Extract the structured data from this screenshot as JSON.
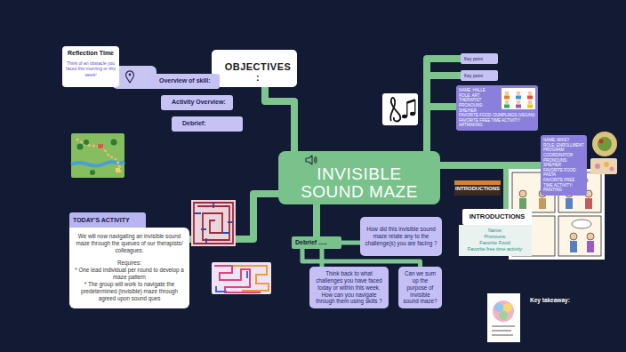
{
  "diagram": {
    "nodes": [
      {
        "text": [
          "Reflection Time",
          "Think of an obstacle you faced this morning or this week!"
        ]
      },
      {
        "text": [
          "OBJECTIVES :"
        ]
      },
      {
        "text": [
          "Overview of skill:"
        ]
      },
      {
        "text": [
          "Activity Overview:"
        ]
      },
      {
        "text": [
          "Debrief:"
        ]
      },
      {
        "text": [
          "Key point"
        ]
      },
      {
        "text": [
          "Key point"
        ]
      },
      {
        "text": [
          "NAME: HALLE",
          "ROLE: ART THERAPIST",
          "PRONOUNS: SHE/HER",
          "FAVORITE FOOD: DUMPLINGS (VEGAN)",
          "FAVORITE FREE TIME ACTIVITY: ARTMAKING"
        ]
      },
      {
        "text": [
          "NAME: MIKEY",
          "ROLE: ENROLLMENT PROGRAM COORDINATOR",
          "PRONOUNS: SHE/HER",
          "FAVORITE FOOD: PASTA",
          "FAVORITE FREE TIME ACTIVITY: PAINTING"
        ]
      },
      {
        "text": [
          "INVISIBLE SOUND MAZE"
        ]
      },
      {
        "text": [
          "INTRODUCTIONS"
        ]
      },
      {
        "text": [
          "Name:",
          "Pronouns:",
          "Favorite Food:",
          "Favorite free time activity:"
        ]
      },
      {
        "text": [
          "TODAY'S ACTIVITY",
          "We will now navigating an invisible sound maze through the queues of our therapists/ colleagues.",
          "Requires:",
          "* One lead individual per round to develop a maze pattern",
          "* The group will work to navigate the predetermined (invisible) maze through agreed upon sound ques"
        ]
      },
      {
        "text": [
          "Debrief ....."
        ]
      },
      {
        "text": [
          "How did this invisible sound maze relate any to the challenge(s) you are facing ?"
        ]
      },
      {
        "text": [
          "Think back to what challenges you have faced today or within this week.  How can you navigate through them using skills ?"
        ]
      },
      {
        "text": [
          "Can we sum up the purpose of invisible sound maze?"
        ]
      }
    ],
    "edges": [
      {
        "from": 9,
        "to": 1,
        "arrow": "none"
      },
      {
        "from": 9,
        "to": 5,
        "arrow": "none"
      },
      {
        "from": 9,
        "to": 6,
        "arrow": "none"
      },
      {
        "from": 9,
        "to": 7,
        "arrow": "none"
      },
      {
        "from": 9,
        "to": 8,
        "arrow": "none"
      },
      {
        "from": 9,
        "to": 10,
        "arrow": "none"
      },
      {
        "from": 9,
        "to": 12,
        "arrow": "none"
      },
      {
        "from": 9,
        "to": 13,
        "arrow": "none"
      },
      {
        "from": 13,
        "to": 14,
        "arrow": "none"
      },
      {
        "from": 13,
        "to": 15,
        "arrow": "none"
      },
      {
        "from": 13,
        "to": 16,
        "arrow": "none"
      }
    ],
    "labels": [
      "INTRODUCTIONS",
      "Key takeaway:"
    ]
  }
}
